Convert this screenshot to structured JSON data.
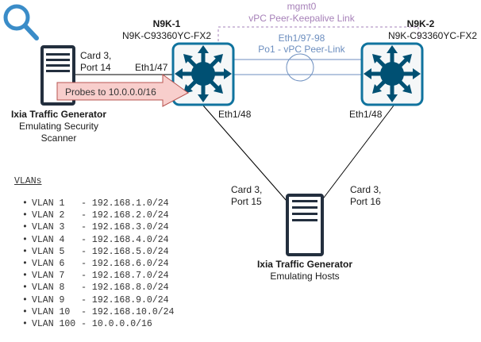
{
  "colors": {
    "switch_blue": "#005073",
    "switch_border": "#10739e",
    "peer_link": "#6c8ebf",
    "keepalive": "#a680b8",
    "arrow_fill": "#f8cecc",
    "arrow_stroke": "#b85450",
    "server": "#232f3e",
    "search_icon": "#3a8cc8"
  },
  "devices": {
    "scanner": {
      "title": "Ixia Traffic Generator",
      "subtitle_line1": "Emulating Security",
      "subtitle_line2": "Scanner",
      "port_line1": "Card 3,",
      "port_line2": "Port 14"
    },
    "n9k1": {
      "name": "N9K-1",
      "model": "N9K-C93360YC-FX2",
      "uplink_port": "Eth1/47",
      "downlink_port": "Eth1/48"
    },
    "n9k2": {
      "name": "N9K-2",
      "model": "N9K-C93360YC-FX2",
      "downlink_port": "Eth1/48"
    },
    "hosts": {
      "title": "Ixia Traffic Generator",
      "subtitle": "Emulating Hosts",
      "port15_line1": "Card 3,",
      "port15_line2": "Port 15",
      "port16_line1": "Card 3,",
      "port16_line2": "Port 16"
    }
  },
  "links": {
    "keepalive_line1": "mgmt0",
    "keepalive_line2": "vPC Peer-Keepalive Link",
    "peerlink_line1": "Eth1/97-98",
    "peerlink_line2": "Po1 - vPC Peer-Link"
  },
  "probe_arrow": {
    "label": "Probes to 10.0.0.0/16"
  },
  "vlans": {
    "title": "VLANs",
    "items": [
      "VLAN 1   - 192.168.1.0/24",
      "VLAN 2   - 192.168.2.0/24",
      "VLAN 3   - 192.168.3.0/24",
      "VLAN 4   - 192.168.4.0/24",
      "VLAN 5   - 192.168.5.0/24",
      "VLAN 6   - 192.168.6.0/24",
      "VLAN 7   - 192.168.7.0/24",
      "VLAN 8   - 192.168.8.0/24",
      "VLAN 9   - 192.168.9.0/24",
      "VLAN 10  - 192.168.10.0/24",
      "VLAN 100 - 10.0.0.0/16"
    ]
  }
}
